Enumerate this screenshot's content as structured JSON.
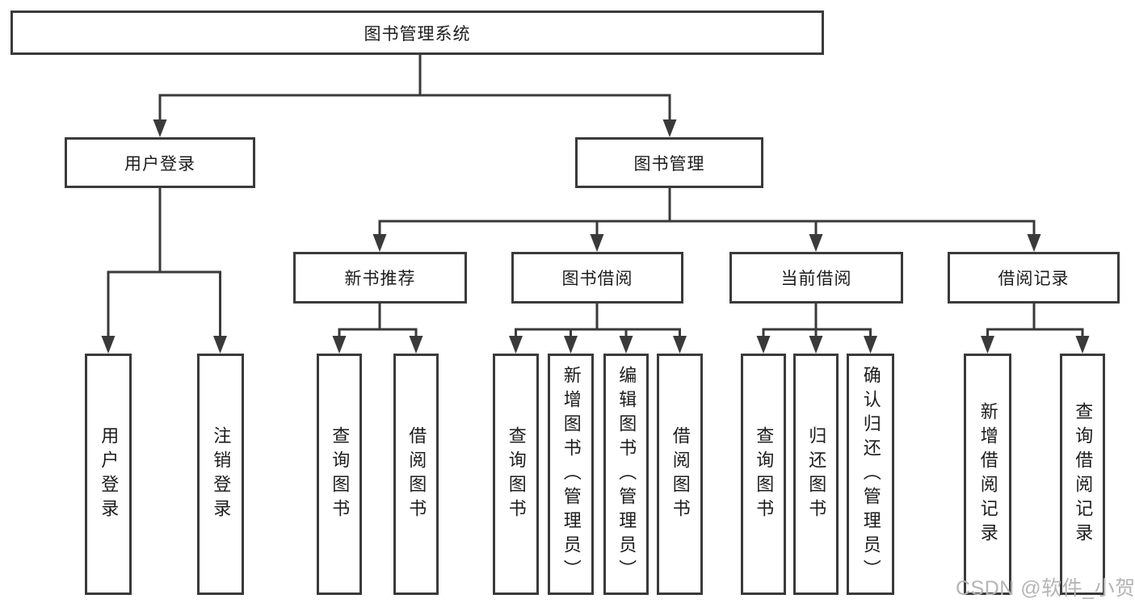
{
  "diagram": {
    "root": {
      "label": "图书管理系统"
    },
    "level2": {
      "user_login": {
        "label": "用户登录"
      },
      "book_management": {
        "label": "图书管理"
      }
    },
    "level3": {
      "new_book_recommend": {
        "label": "新书推荐"
      },
      "book_borrowing": {
        "label": "图书借阅"
      },
      "current_borrowing": {
        "label": "当前借阅"
      },
      "borrowing_records": {
        "label": "借阅记录"
      }
    },
    "leaves": {
      "user_login": "用户登录",
      "logout": "注销登录",
      "nbr_query_books": "查询图书",
      "nbr_borrow_books": "借阅图书",
      "bb_query_books": "查询图书",
      "bb_add_books": "新增图书（管理员）",
      "bb_edit_books": "编辑图书（管理员）",
      "bb_borrow_books": "借阅图书",
      "cb_query_books": "查询图书",
      "cb_return_books": "归还图书",
      "cb_confirm_return": "确认归还（管理员）",
      "br_add_record": "新增借阅记录",
      "br_query_record": "查询借阅记录"
    }
  },
  "watermark": "CSDN @软件_小贺同学",
  "colors": {
    "line": "#3a3a3a",
    "text": "#1c1c1c",
    "watermark": "#b5b5b5",
    "background": "#ffffff"
  }
}
